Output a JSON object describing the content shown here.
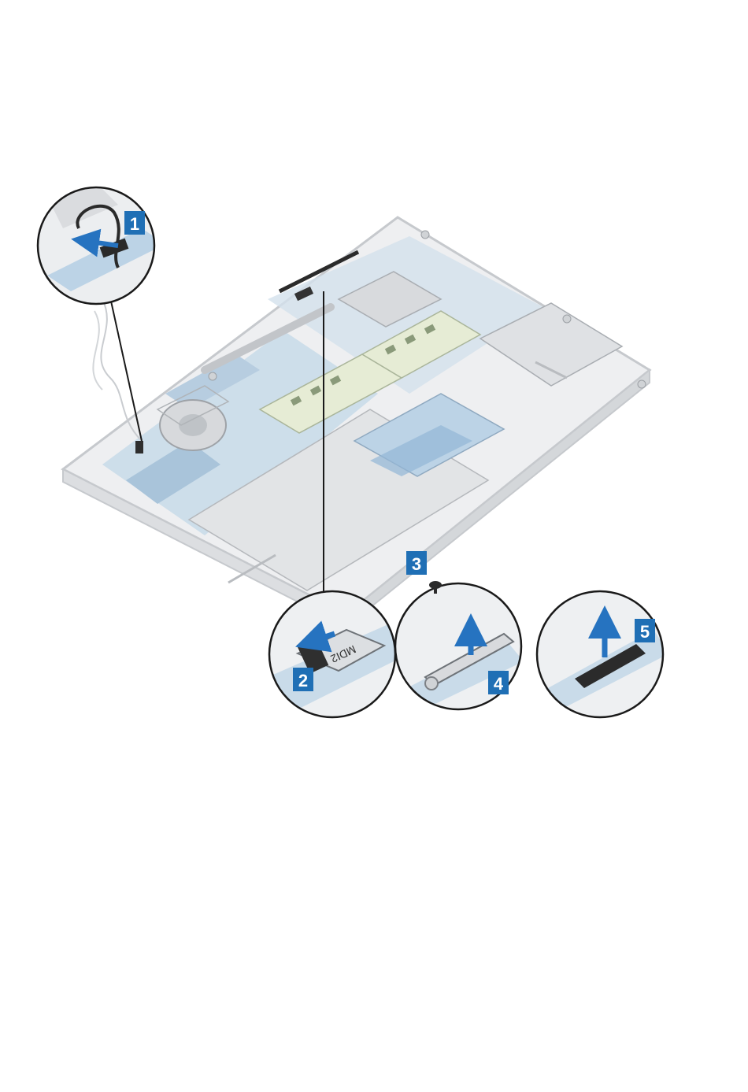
{
  "steps": [
    {
      "number": "1"
    },
    {
      "number": "2"
    },
    {
      "number": "3"
    },
    {
      "number": "4"
    },
    {
      "number": "5"
    }
  ],
  "callouts": {
    "label_text": "MDI2"
  },
  "colors": {
    "badge_fill": "#1f6fb5",
    "arrow": "#2673c0",
    "chassis": "#e6e7e9",
    "board": "#9fc0d9",
    "outline": "#b5b8bc"
  }
}
